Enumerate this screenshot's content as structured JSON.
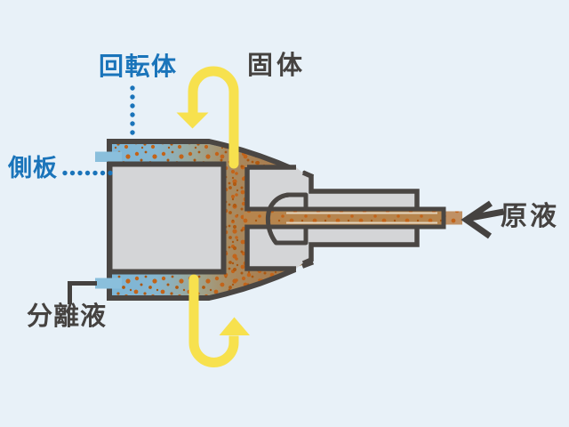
{
  "diagram": {
    "labels": {
      "rotating_body": "回転体",
      "solid": "固体",
      "side_plate": "側板",
      "separated_liquid": "分離液",
      "raw_liquid": "原液"
    },
    "colors": {
      "background": "#e8f1f8",
      "outline_dark": "#4a4643",
      "label_blue": "#1a74ba",
      "label_dark": "#454240",
      "liquid_blue": "#7db6d8",
      "solids_brown": "#a27848",
      "speckle_orange": "#c2641a",
      "machine_gray": "#d4d5d7",
      "arrow_yellow": "#f7e14e",
      "outlet_port_blue": "#8abfdc",
      "feed_tube_brown": "#b6854e"
    }
  }
}
